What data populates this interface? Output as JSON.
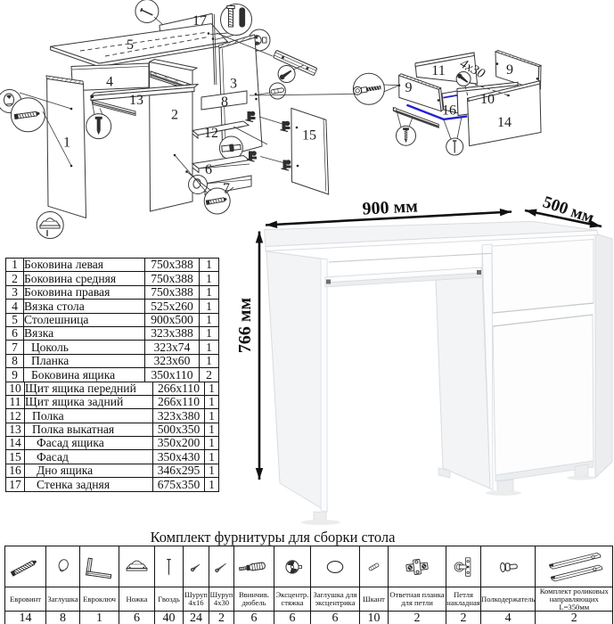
{
  "dims": {
    "width": "900 мм",
    "depth": "500 мм",
    "height": "766 мм"
  },
  "exploded_main": {
    "labels": {
      "p1": "1",
      "p2": "2",
      "p3": "3",
      "p4": "4",
      "p5": "5",
      "p6": "6",
      "p7": "7",
      "p8": "8",
      "p12": "12",
      "p13": "13",
      "p15": "15",
      "p17": "17"
    }
  },
  "exploded_drawer": {
    "labels": {
      "p9l": "9",
      "p9r": "9",
      "p10": "10",
      "p11": "11",
      "p14": "14",
      "p16": "16"
    },
    "note": "4x30"
  },
  "parts": {
    "rows": [
      {
        "num": "1",
        "name": "Боковина левая",
        "size": "750x388",
        "qty": "1"
      },
      {
        "num": "2",
        "name": "Боковина средняя",
        "size": "750x388",
        "qty": "1"
      },
      {
        "num": "3",
        "name": "Боковина правая",
        "size": "750x388",
        "qty": "1"
      },
      {
        "num": "4",
        "name": "Вязка стола",
        "size": "525x260",
        "qty": "1"
      },
      {
        "num": "5",
        "name": "Столешница",
        "size": "900x500",
        "qty": "1"
      },
      {
        "num": "6",
        "name": "Вязка",
        "size": "323x388",
        "qty": "1"
      },
      {
        "num": "7",
        "name": "Цоколь",
        "size": "323x74",
        "qty": "1"
      },
      {
        "num": "8",
        "name": "Планка",
        "size": "323x60",
        "qty": "1"
      },
      {
        "num": "9",
        "name": "Боковина ящика",
        "size": "350x110",
        "qty": "2"
      },
      {
        "num": "10",
        "name": "Щит ящика передний",
        "size": "266x110",
        "qty": "1"
      },
      {
        "num": "11",
        "name": "Щит ящика задний",
        "size": "266x110",
        "qty": "1"
      },
      {
        "num": "12",
        "name": "Полка",
        "size": "323x380",
        "qty": "1"
      },
      {
        "num": "13",
        "name": "Полка выкатная",
        "size": "500x350",
        "qty": "1"
      },
      {
        "num": "14",
        "name": "Фасад ящика",
        "size": "350x200",
        "qty": "1"
      },
      {
        "num": "15",
        "name": "Фасад",
        "size": "350x430",
        "qty": "1"
      },
      {
        "num": "16",
        "name": "Дно ящика",
        "size": "346x295",
        "qty": "1"
      },
      {
        "num": "17",
        "name": "Стенка задняя",
        "size": "675x350",
        "qty": "1"
      }
    ]
  },
  "hw": {
    "title": "Комплект фурнитуры для сборки стола",
    "items": [
      {
        "name": "Евровинт",
        "qty": "14"
      },
      {
        "name": "Заглушка",
        "qty": "8"
      },
      {
        "name": "Евроключ",
        "qty": "1"
      },
      {
        "name": "Ножка",
        "qty": "6"
      },
      {
        "name": "Гвоздь",
        "qty": "40"
      },
      {
        "name": "Шуруп 4x16",
        "qty": "24"
      },
      {
        "name": "Шуруп 4x30",
        "qty": "2"
      },
      {
        "name": "Ввинчив. дюбель",
        "qty": "6"
      },
      {
        "name": "Эксцентр. стяжка",
        "qty": "6"
      },
      {
        "name": "Заглушка для эксцентрика",
        "qty": "6"
      },
      {
        "name": "Шкант",
        "qty": "10"
      },
      {
        "name": "Ответная планка для петли",
        "qty": "2"
      },
      {
        "name": "Петля накладная",
        "qty": "2"
      },
      {
        "name": "Полкодержатель",
        "qty": "4"
      },
      {
        "name": "Комплект роликовых направляющих L=350мм",
        "qty": "2"
      }
    ]
  },
  "colors": {
    "highlight": "#2323cd"
  }
}
